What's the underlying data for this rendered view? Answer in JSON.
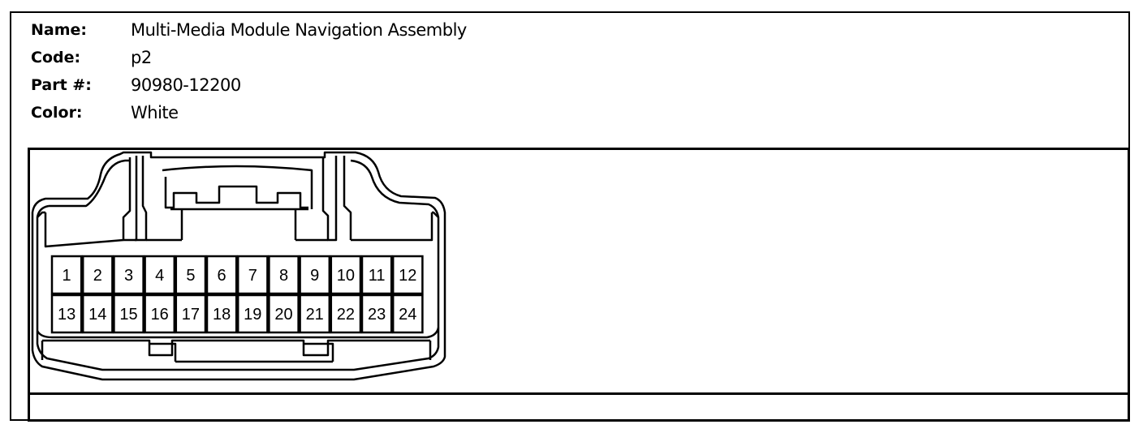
{
  "info": {
    "name_label": "Name:",
    "name_value": "Multi-Media Module Navigation Assembly",
    "code_label": "Code:",
    "code_value": "p2",
    "part_label": "Part #:",
    "part_value": "90980-12200",
    "color_label": "Color:",
    "color_value": "White"
  },
  "connector": {
    "pins_row1": [
      "1",
      "2",
      "3",
      "4",
      "5",
      "6",
      "7",
      "8",
      "9",
      "10",
      "11",
      "12"
    ],
    "pins_row2": [
      "13",
      "14",
      "15",
      "16",
      "17",
      "18",
      "19",
      "20",
      "21",
      "22",
      "23",
      "24"
    ]
  }
}
